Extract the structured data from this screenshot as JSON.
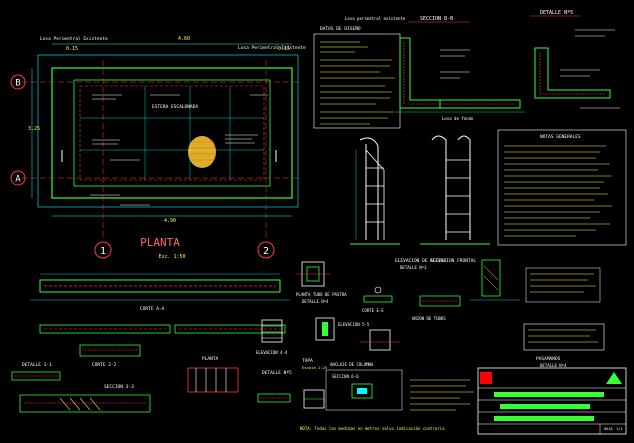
{
  "colors": {
    "background": "#000000",
    "slab": "#33ff33",
    "dimension": "#00ffff",
    "rebar": "#ff3b3b",
    "text": "#ffffff",
    "note": "#ffff33",
    "hatch": "#ffcc33"
  },
  "plan": {
    "title": "PLANTA",
    "scale": "Esc. 1:50",
    "grid_rows": [
      "B",
      "A"
    ],
    "grid_cols": [
      "1",
      "2"
    ],
    "center_label": "ESTERA ESCALONADA",
    "left_label": "Losa Perimetral Existente",
    "right_label": "Losa Perimetral Existente",
    "dimensions": {
      "top_left": "0.15",
      "top_mid": "4.60",
      "top_right": "0.15",
      "left": "3.25",
      "bottom": "4.90"
    }
  },
  "section_b": {
    "title": "SECCION B-B",
    "label_top": "Losa perimetral existente",
    "label_bottom": "Losa de fondo"
  },
  "detail_a": {
    "title": "DETALLE Nº5"
  },
  "notes": {
    "title": "NOTAS GENERALES",
    "left_header": "DATOS DE DISEÑO"
  },
  "ladder": {
    "title_left": "ELEVACION DE ACCESO",
    "subtitle_left": "DETALLE Nº3",
    "title_right": "ELEVACION FRONTAL",
    "subtitle_right": "DETALLE Nº4"
  },
  "sections": {
    "corte_a": "CORTE A-A",
    "planta_tubo": "PLANTA TUBO DE PASTRA",
    "detalle_4": "DETALLE Nº4",
    "elevacion_55": "ELEVACION 5-5",
    "corte_ee": "CORTE E-E",
    "anclaje": "ANCLAJE DE COLUMNA",
    "union": "UNION DE TUBOS",
    "pasamanos": "PASAMANOS",
    "detalle_d": "DETALLE Nº4",
    "detalle_1": "DETALLE 1-1",
    "corte_22": "CORTE 2-2",
    "seccion_3": "SECCION 3-3",
    "planta_b": "PLANTA",
    "elevacion_44": "ELEVACION 4-4",
    "detalle_5": "DETALLE Nº5",
    "tapa": "TAPA",
    "escala_77": "Escala 1:25",
    "seccion_66": "SECCION 6-6",
    "nota_pie": "NOTA: Todas las medidas en metros salvo indicación contraria"
  },
  "title_block": {
    "label": "HOJA",
    "sheet": "1/1"
  }
}
